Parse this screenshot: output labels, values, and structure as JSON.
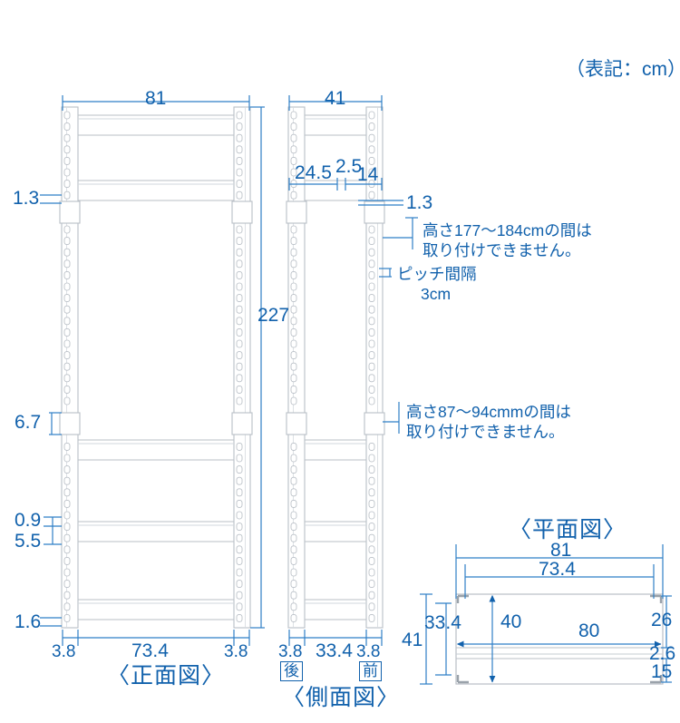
{
  "meta": {
    "doc_type": "shelf-dimension-drawing",
    "unit_note": "（表記：cm）",
    "accent_color": "#1161ac",
    "line_color_steel": "#b9bfc6",
    "background": "#ffffff"
  },
  "views": {
    "front": {
      "caption": "〈正面図〉",
      "width_overall": "81",
      "height_overall": "227",
      "inner_width": "73.4",
      "post_width_left": "3.8",
      "post_width_right": "3.8",
      "gaps": [
        "1.3",
        "6.7",
        "0.9",
        "5.5",
        "1.6"
      ]
    },
    "side": {
      "caption": "〈側面図〉",
      "width_overall": "41",
      "inner_depth": "33.4",
      "post_width_rear": "3.8",
      "post_width_front": "3.8",
      "label_rear": "後",
      "label_front": "前",
      "seg_a": "24.5",
      "seg_b": "2.5",
      "seg_c": "14",
      "gap_small": "1.3"
    },
    "plan": {
      "caption": "〈平面図〉",
      "width_overall": "81",
      "inner_width": "73.4",
      "depth_overall": "41",
      "inner_depth": "33.4",
      "shelf_width": "80",
      "shelf_depth": "40",
      "right_top": "26",
      "right_mid": "2.6",
      "right_bottom": "15"
    }
  },
  "annotations": {
    "upper_restriction": {
      "line1": "高さ177〜184cmの間は",
      "line2": "取り付けできません。"
    },
    "pitch": {
      "line1": "ピッチ間隔",
      "line2": "3cm"
    },
    "lower_restriction": {
      "line1": "高さ87〜94cmmの間は",
      "line2": "取り付けできません。"
    }
  }
}
